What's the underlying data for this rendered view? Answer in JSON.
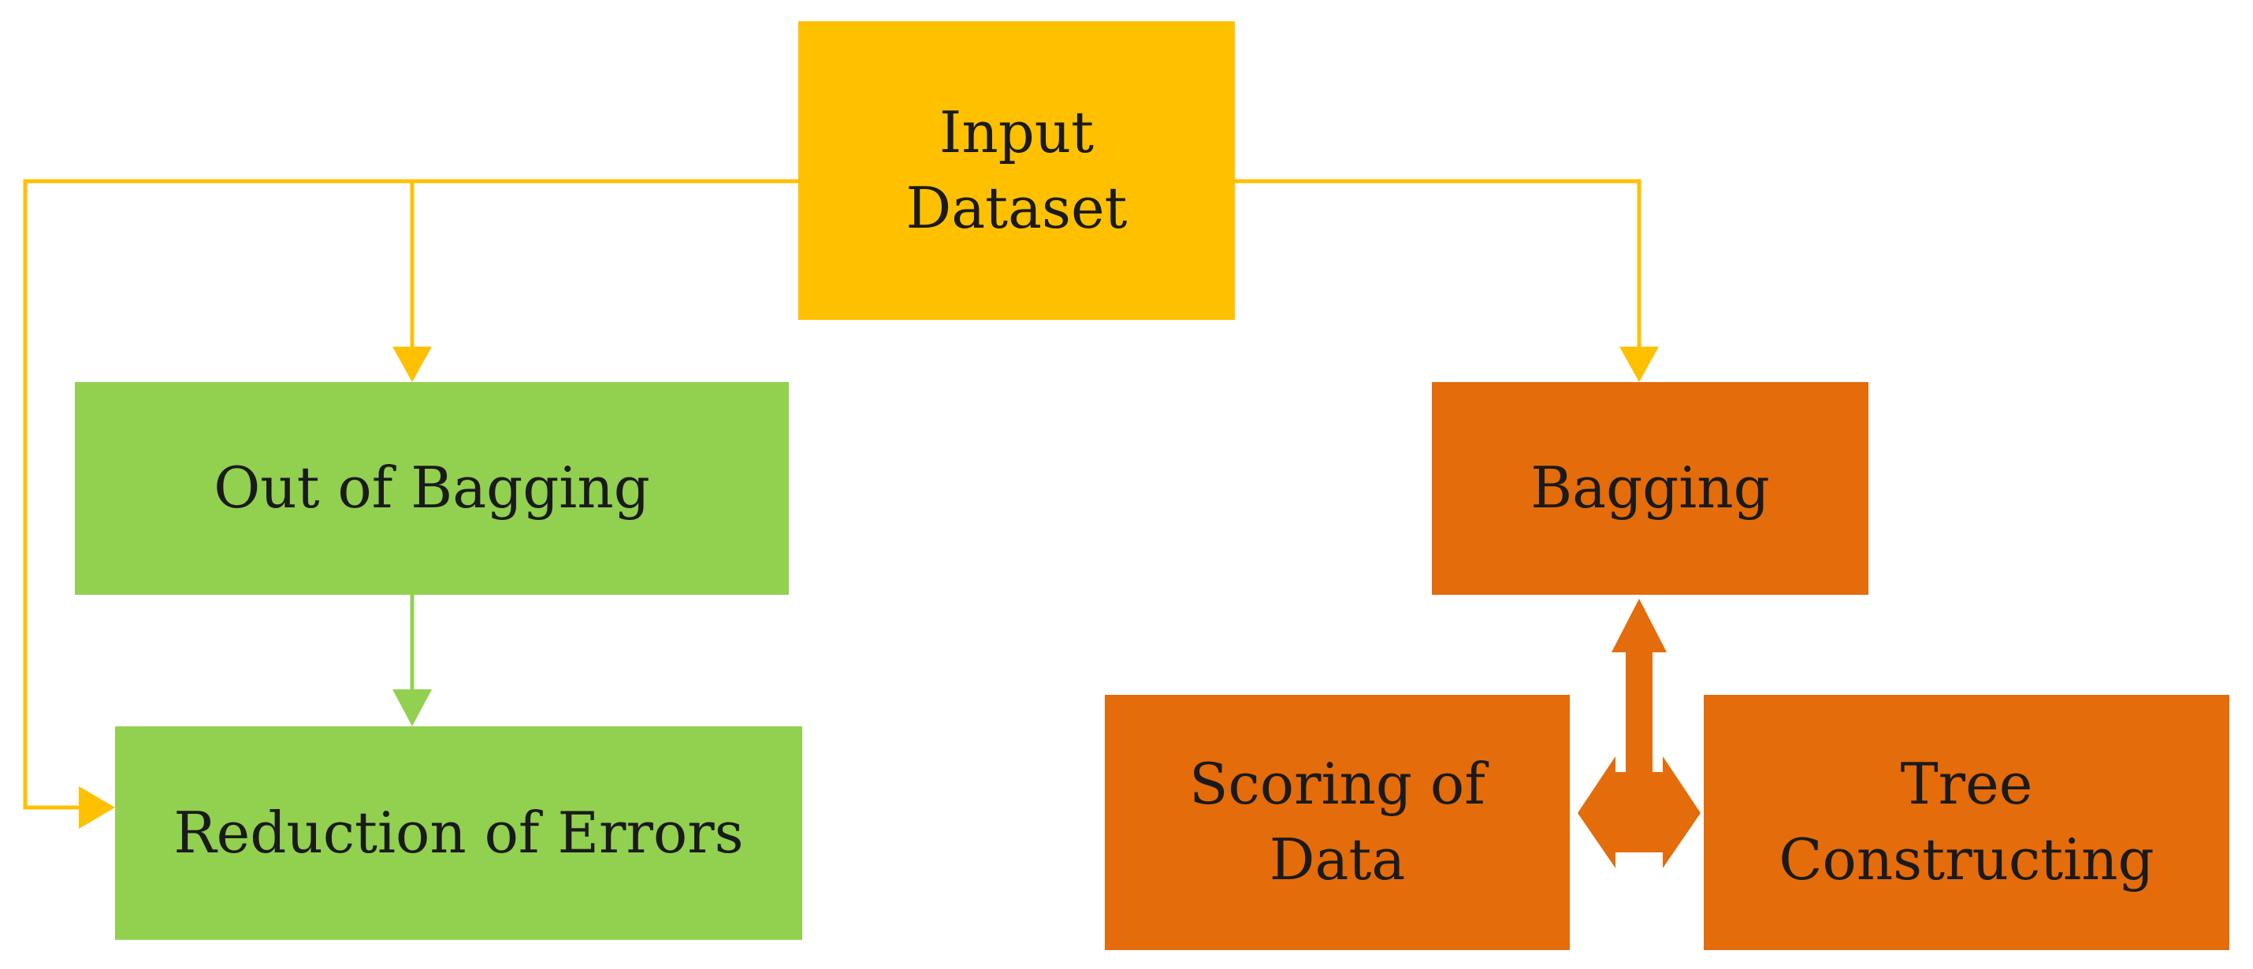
{
  "colors": {
    "input": "#FFC000",
    "green": "#92D050",
    "orange": "#E46C0A",
    "connector_yellow": "#FFC000",
    "connector_green": "#92D050",
    "connector_orange": "#E46C0A"
  },
  "nodes": {
    "input_dataset": "Input\nDataset",
    "out_of_bagging": "Out of Bagging",
    "reduction_of_errors": "Reduction of Errors",
    "bagging": "Bagging",
    "scoring_of_data": "Scoring of\nData",
    "tree_constructing": "Tree\nConstructing"
  },
  "edges": [
    {
      "from": "Input Dataset",
      "to": "Out of Bagging"
    },
    {
      "from": "Input Dataset",
      "to": "Reduction of Errors"
    },
    {
      "from": "Input Dataset",
      "to": "Bagging"
    },
    {
      "from": "Out of Bagging",
      "to": "Reduction of Errors"
    },
    {
      "from": "Scoring of Data",
      "to": "Bagging"
    },
    {
      "from": "Scoring of Data",
      "to": "Tree Constructing"
    }
  ]
}
